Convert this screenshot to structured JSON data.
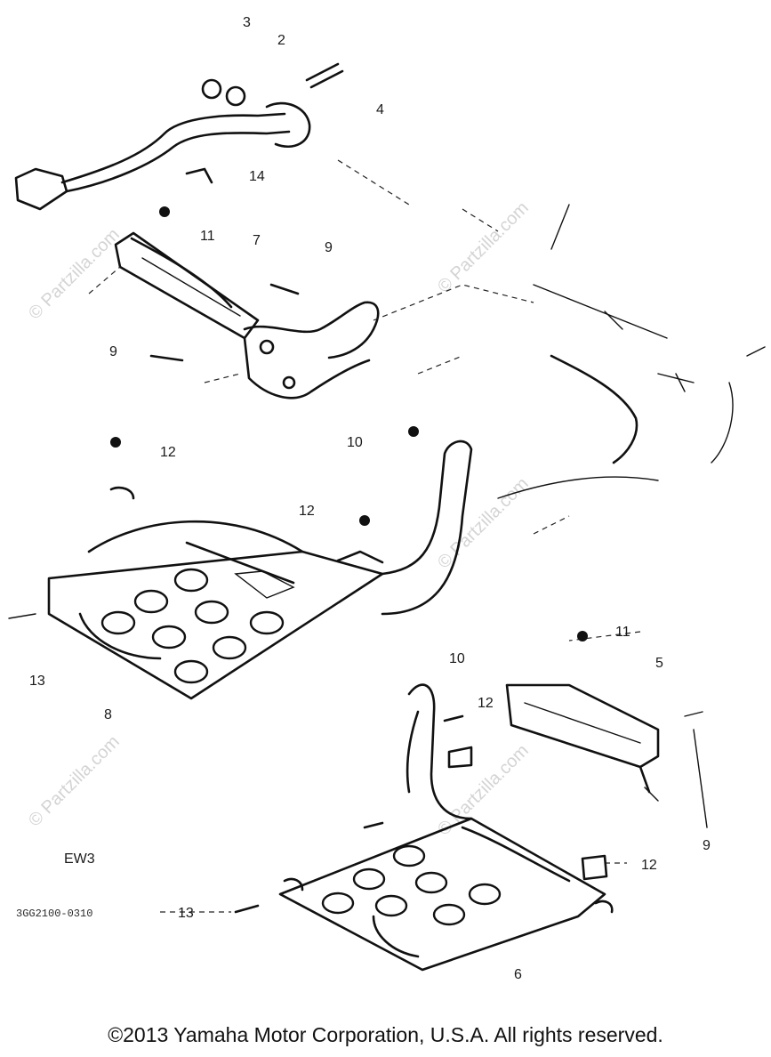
{
  "diagram": {
    "labels": [
      "3",
      "2",
      "4",
      "14",
      "11",
      "7",
      "9",
      "9",
      "10",
      "12",
      "12",
      "13",
      "8",
      "10",
      "11",
      "5",
      "12",
      "9",
      "12",
      "13",
      "6"
    ],
    "stamp": "EW3",
    "drawing_code": "3GG2100-0310",
    "watermark": "© Partzilla.com"
  },
  "footer": {
    "copyright": "©2013  Yamaha Motor Corporation, U.S.A. All rights reserved."
  }
}
